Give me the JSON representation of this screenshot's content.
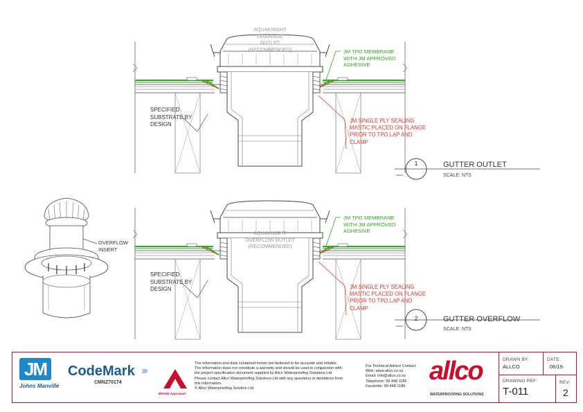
{
  "colors": {
    "red": "#e8372f",
    "green": "#2fae1e",
    "dark": "#4a4a4a",
    "brand_red": "#c8102e",
    "jm_blue": "#1e88c8"
  },
  "detail_top": {
    "product_label": [
      "AQUAKNIGHT",
      "DRAINAGE",
      "OUTLET",
      "(RECOMMENDED)"
    ],
    "membrane_note": [
      "JM TPO MEMBRANE",
      "WITH JM APPROVED",
      "ADHESIVE"
    ],
    "substrate_note": [
      "SPECIFIED",
      "SUBSTRATE BY",
      "DESIGN"
    ],
    "mastic_note": [
      "JM SINGLE PLY SEALING",
      "MASTIC PLACED ON FLANGE",
      "PRIOR TO TPO LAP AND",
      "CLAMP"
    ],
    "number": "1",
    "title": "GUTTER OUTLET",
    "scale": "SCALE: NTS"
  },
  "detail_bottom": {
    "product_label": [
      "AQUAKNIGHT",
      "OVERFLOW OUTLET",
      "(RECOMMENDED)"
    ],
    "membrane_note": [
      "JM TPO MEMBRANE",
      "WITH JM APPROVED",
      "ADHESIVE"
    ],
    "substrate_note": [
      "SPECIFIED",
      "SUBSTRATE BY",
      "DESIGN"
    ],
    "mastic_note": [
      "JM SINGLE PLY SEALING",
      "MASTIC PLACED ON FLANGE",
      "PRIOR TO TPO LAP AND",
      "CLAMP"
    ],
    "number": "2",
    "title": "GUTTER OVERFLOW",
    "scale": "SCALE: NTS"
  },
  "iso_label": [
    "OVERFLOW",
    "INSERT"
  ],
  "title_block": {
    "jm_logo": "JM",
    "jm_name": "Johns Manville",
    "codemark": "CodeMark",
    "codemark_id": "CMNZ70174",
    "branz": "BRANZ Appraised",
    "disclaimer": [
      "The information and data contained herein are believed to be accurate and reliable.",
      "The information does not constitute a warranty and should be used in conjunction with",
      "the project specification document supplied by Allco Waterproofing Solutions Ltd",
      "Please contact Allco Waterproofing Solutions Ltd with any questions or deviations from",
      "this information.",
      "© Allco Waterproofing Solution Ltd"
    ],
    "contact": [
      "For Technical Advice Contact:",
      "Web: www.allco.co.nz",
      "Email: info@allco.co.nz",
      "Telephone: 09 448 1185",
      "Facsimile: 09 448 1186"
    ],
    "allco_logo": "allco",
    "allco_tagline": "WATERPROOFING SOLUTIONS",
    "drawn_by_label": "DRAWN BY:",
    "drawn_by": "ALLCO",
    "date_label": "DATE:",
    "date": "06/19",
    "drawing_ref_label": "DRAWING REF:",
    "drawing_ref": "T-011",
    "rev_label": "REV:",
    "rev": "2"
  }
}
